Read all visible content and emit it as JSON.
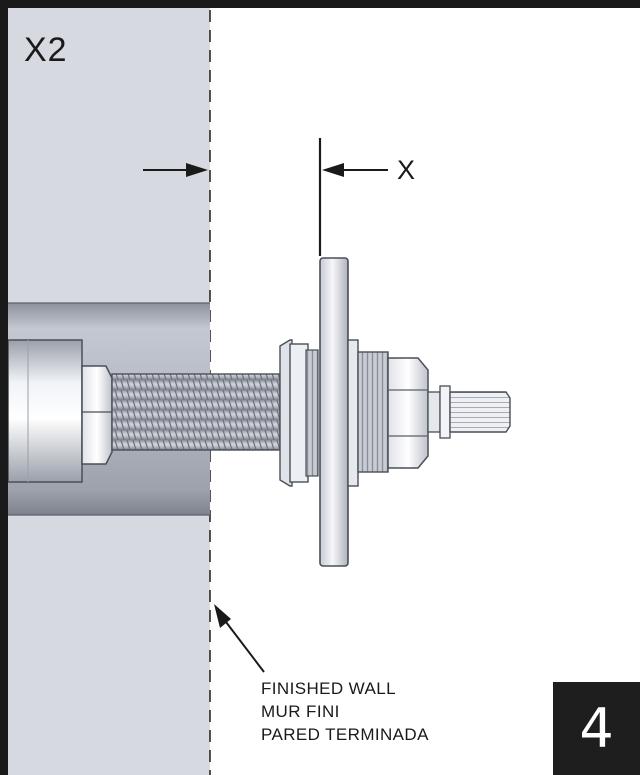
{
  "panel": {
    "multiplier": "X2",
    "dimension_label": "X",
    "step_number": "4"
  },
  "callout": {
    "lines": [
      "FINISHED WALL",
      "MUR FINI",
      "PARED TERMINADA"
    ]
  },
  "colors": {
    "wall": "#d6d9e0",
    "frame": "#1a1a1a",
    "metal_light": "#eceff4",
    "metal_mid": "#b9bdc7",
    "metal_dark": "#7e828d",
    "badge": "#1e1e1e"
  }
}
